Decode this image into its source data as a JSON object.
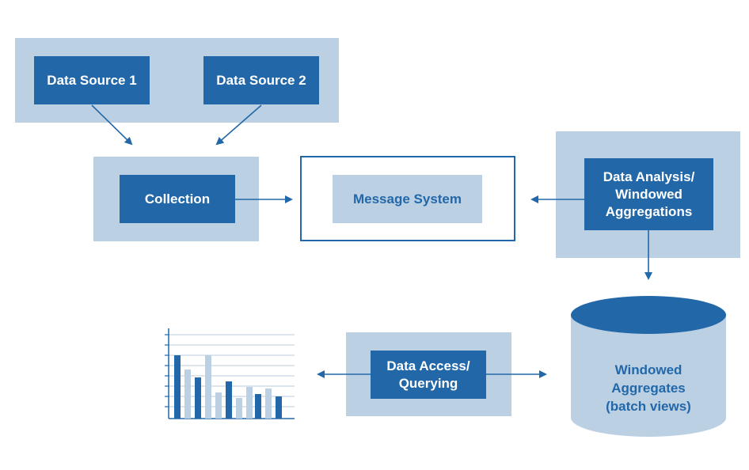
{
  "nodes": {
    "data_source_1": "Data Source 1",
    "data_source_2": "Data Source 2",
    "collection": "Collection",
    "message_system": "Message System",
    "data_analysis": "Data Analysis/\nWindowed\nAggregations",
    "windowed_aggregates": "Windowed\nAggregates\n(batch views)",
    "data_access": "Data Access/\nQuerying"
  },
  "colors": {
    "dark_blue": "#2268a8",
    "light_blue": "#bcd0e4"
  },
  "icons": {
    "chart": "bar-chart-icon",
    "store": "database-cylinder-icon"
  }
}
